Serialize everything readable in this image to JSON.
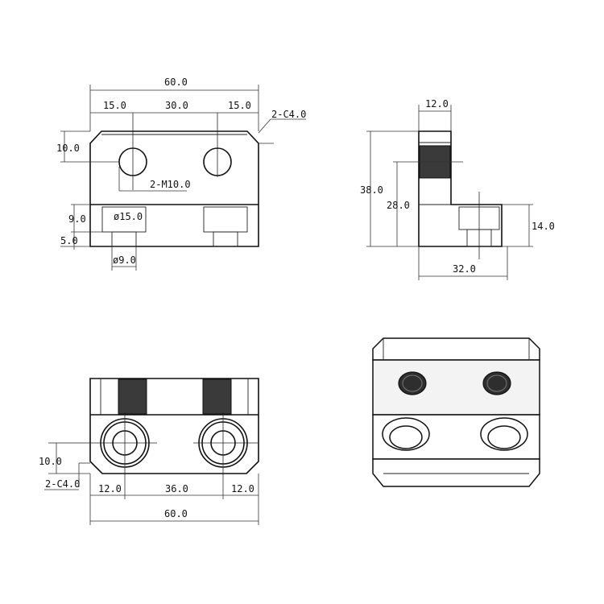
{
  "front_view": {
    "dim_total_width": "60.0",
    "dim_left": "15.0",
    "dim_middle": "30.0",
    "dim_right": "15.0",
    "chamfer": "2-C4.0",
    "dim_hole_height": "10.0",
    "thread_callout": "2-M10.0",
    "dim_counterbore_depth": "9.0",
    "dim_counterbore_dia": "ø15.0",
    "dim_base": "5.0",
    "dim_hole_dia": "ø9.0"
  },
  "side_view": {
    "dim_top_width": "12.0",
    "dim_total_height": "38.0",
    "dim_thread_height": "28.0",
    "dim_step_height": "14.0",
    "dim_depth": "32.0"
  },
  "top_view": {
    "dim_height": "10.0",
    "chamfer": "2-C4.0",
    "dim_left": "12.0",
    "dim_middle": "36.0",
    "dim_right": "12.0",
    "dim_total_width": "60.0"
  }
}
